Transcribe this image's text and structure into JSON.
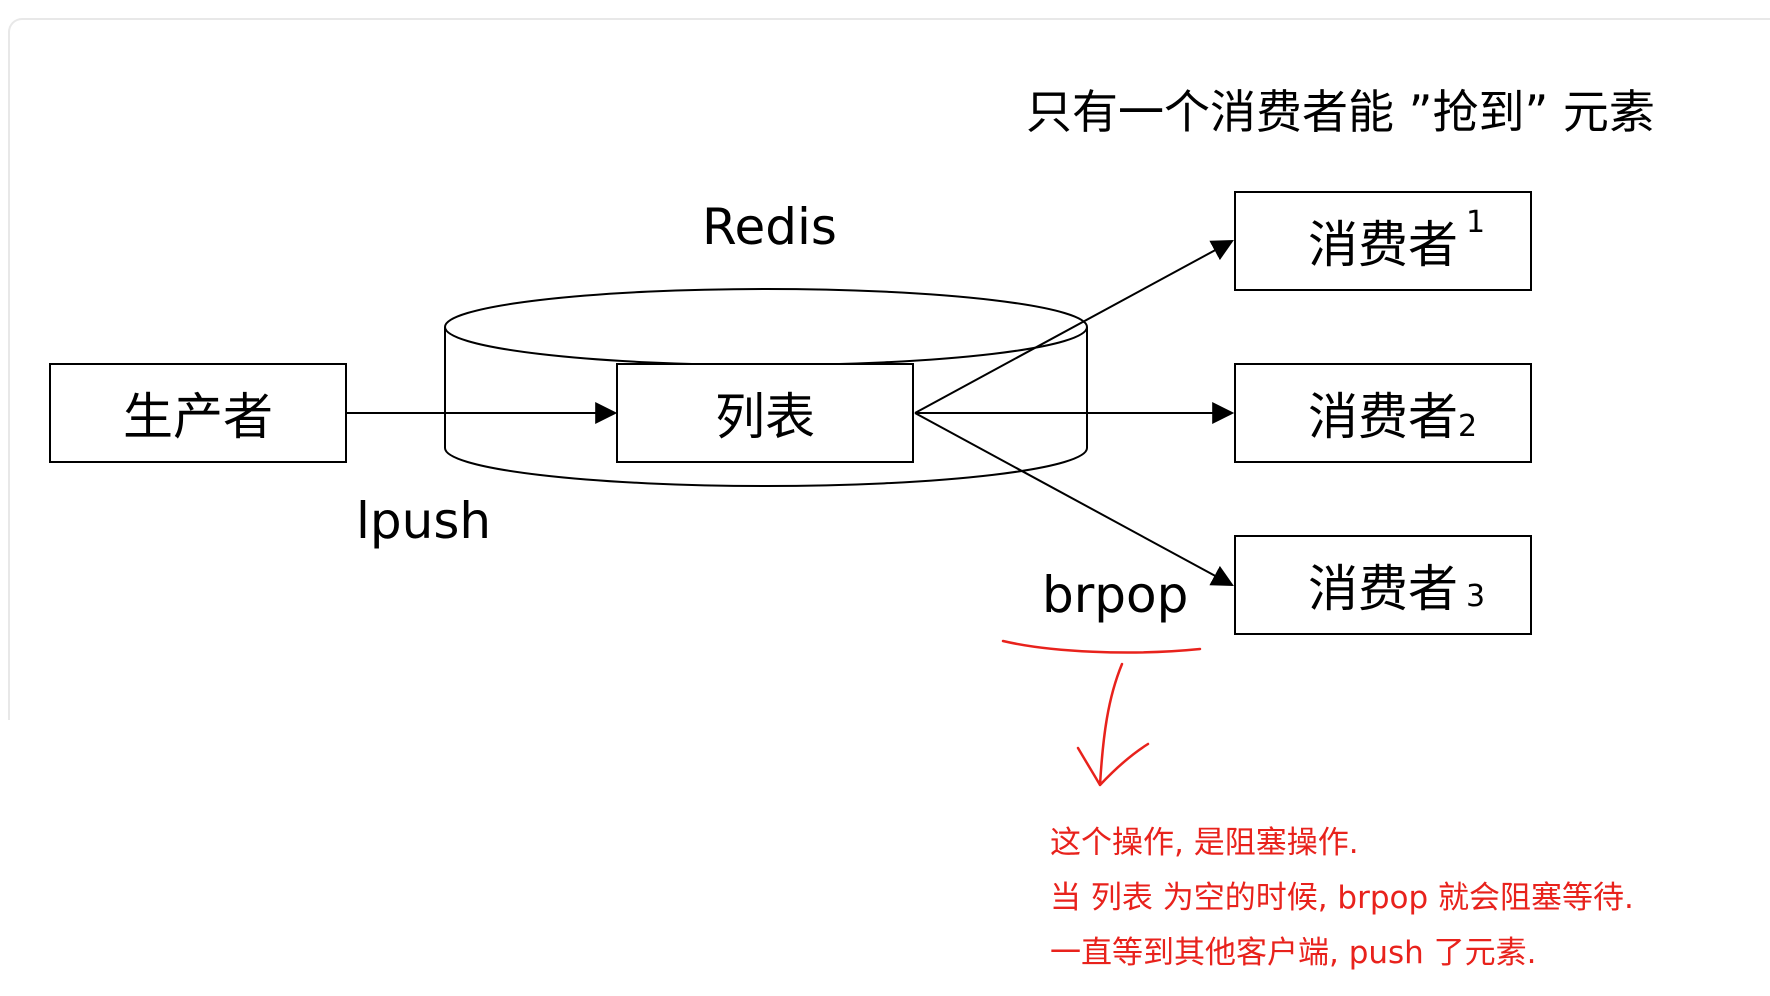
{
  "diagram": {
    "heading": "只有一个消费者能 ”抢到” 元素",
    "store_label": "Redis",
    "producer": "生产者",
    "list_label": "列表",
    "consumers": [
      {
        "label": "消费者",
        "num": "1"
      },
      {
        "label": "消费者",
        "num": "2"
      },
      {
        "label": "消费者",
        "num": "3"
      }
    ],
    "push_cmd": "lpush",
    "pop_cmd": "brpop"
  },
  "annotation": {
    "color": "#e8221c",
    "lines": [
      "这个操作, 是阻塞操作.",
      "当 列表 为空的时候, brpop 就会阻塞等待.",
      "一直等到其他客户端, push 了元素."
    ]
  }
}
